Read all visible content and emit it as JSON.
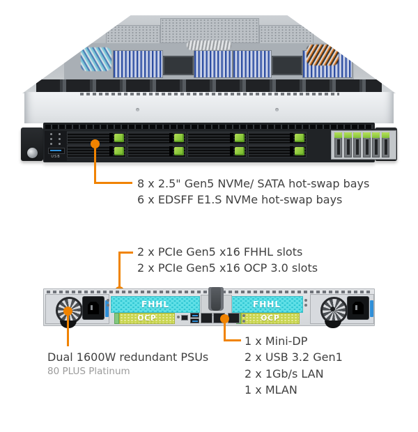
{
  "colors": {
    "accent_orange": "#F08300",
    "text_dark": "#3F3F3F",
    "text_gray": "#9B9B9B",
    "fhhl_cyan": "#5FDFE6",
    "ocp_green": "#C9D550",
    "bay_clip_green": "#8FC63F"
  },
  "front_view": {
    "usb_label": "USB",
    "drive_callout": {
      "lines": [
        "8 x 2.5\" Gen5 NVMe/ SATA hot-swap bays",
        "6 x EDSFF E1.S NVMe hot-swap bays"
      ]
    }
  },
  "rear_view": {
    "pcie_callout": {
      "lines": [
        "2 x PCIe Gen5 x16 FHHL slots",
        "2 x PCIe Gen5 x16 OCP 3.0 slots"
      ]
    },
    "slot_labels": {
      "fhhl_left": "FHHL",
      "fhhl_right": "FHHL",
      "ocp_left": "OCP",
      "ocp_right": "OCP"
    },
    "psu_callout": {
      "title": "Dual 1600W redundant PSUs",
      "subtitle": "80 PLUS Platinum"
    },
    "io_callout": {
      "lines": [
        "1 x Mini-DP",
        "2 x USB 3.2 Gen1",
        "2 x 1Gb/s LAN",
        "1 x MLAN"
      ]
    }
  }
}
